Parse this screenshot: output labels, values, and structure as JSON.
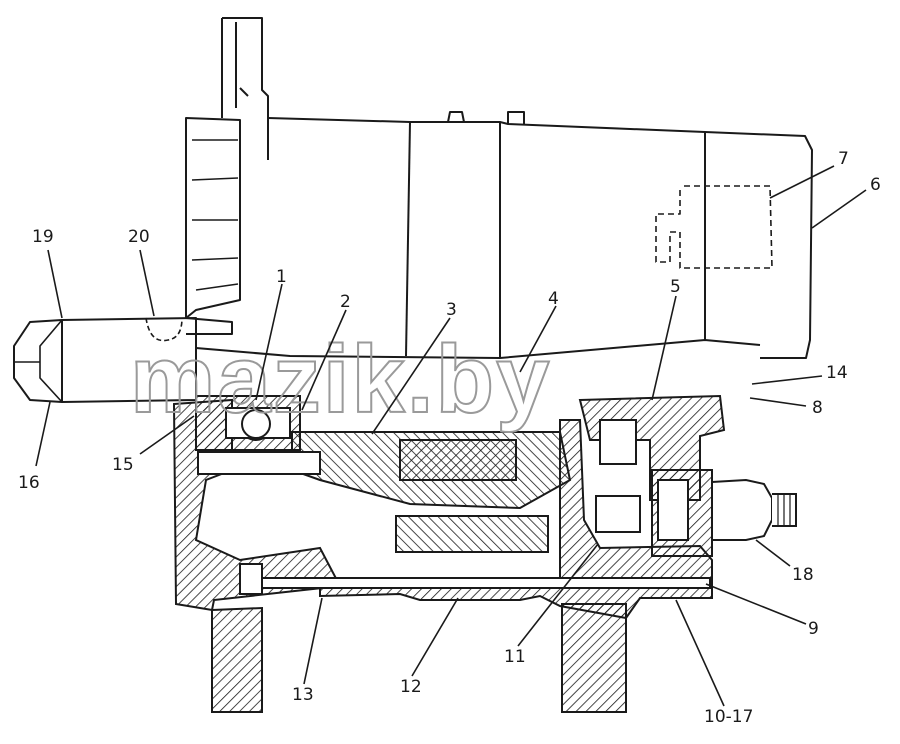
{
  "diagram": {
    "watermark": "mazik.by",
    "callouts": [
      "1",
      "2",
      "3",
      "4",
      "5",
      "6",
      "7",
      "8",
      "9",
      "10-17",
      "11",
      "12",
      "13",
      "14",
      "15",
      "16",
      "18",
      "19",
      "20"
    ]
  },
  "colors": {
    "ink": "#1a1a1a",
    "paper": "#ffffff",
    "watermark": "#9a9a9a"
  }
}
